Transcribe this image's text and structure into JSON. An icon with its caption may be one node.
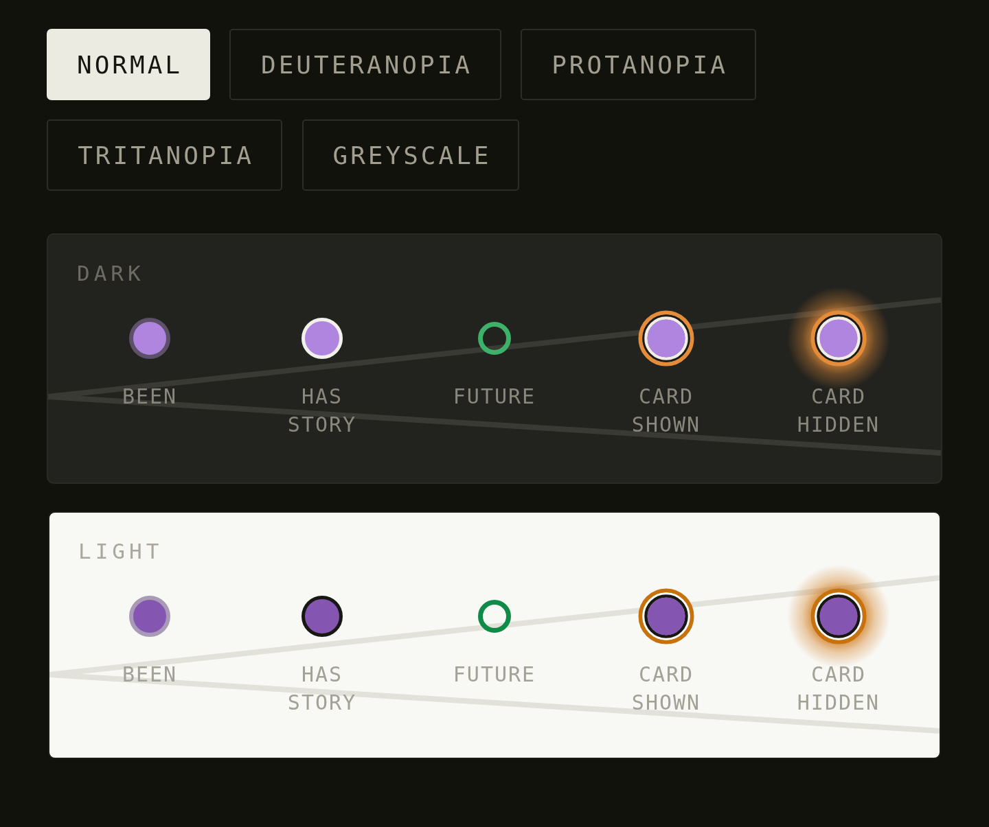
{
  "diagram": {
    "nodes": [
      {
        "text": [
          "NORMAL"
        ]
      },
      {
        "text": [
          "DEUTERANOPIA"
        ]
      },
      {
        "text": [
          "PROTANOPIA"
        ]
      },
      {
        "text": [
          "TRITANOPIA"
        ]
      },
      {
        "text": [
          "GREYSCALE"
        ]
      },
      {
        "text": [
          "DARK"
        ]
      },
      {
        "text": [],
        "shape": "circle",
        "beside": [
          "BEEN"
        ],
        "in": 5
      },
      {
        "text": [],
        "shape": "circle",
        "beside": [
          "HAS STORY"
        ],
        "in": 5
      },
      {
        "text": [],
        "shape": "circle",
        "beside": [
          "FUTURE"
        ],
        "in": 5
      },
      {
        "text": [],
        "shape": "circle",
        "beside": [
          "CARD SHOWN"
        ],
        "in": 5
      },
      {
        "text": [],
        "shape": "circle",
        "beside": [
          "CARD HIDDEN"
        ],
        "in": 5
      },
      {
        "text": [
          "LIGHT"
        ]
      },
      {
        "text": [],
        "shape": "circle",
        "beside": [
          "BEEN"
        ],
        "in": 11
      },
      {
        "text": [],
        "shape": "circle",
        "beside": [
          "HAS STORY"
        ],
        "in": 11
      },
      {
        "text": [],
        "shape": "circle",
        "beside": [
          "FUTURE"
        ],
        "in": 11
      },
      {
        "text": [],
        "shape": "circle",
        "beside": [
          "CARD SHOWN"
        ],
        "in": 11
      },
      {
        "text": [],
        "shape": "circle",
        "beside": [
          "CARD HIDDEN"
        ],
        "in": 11
      }
    ]
  }
}
